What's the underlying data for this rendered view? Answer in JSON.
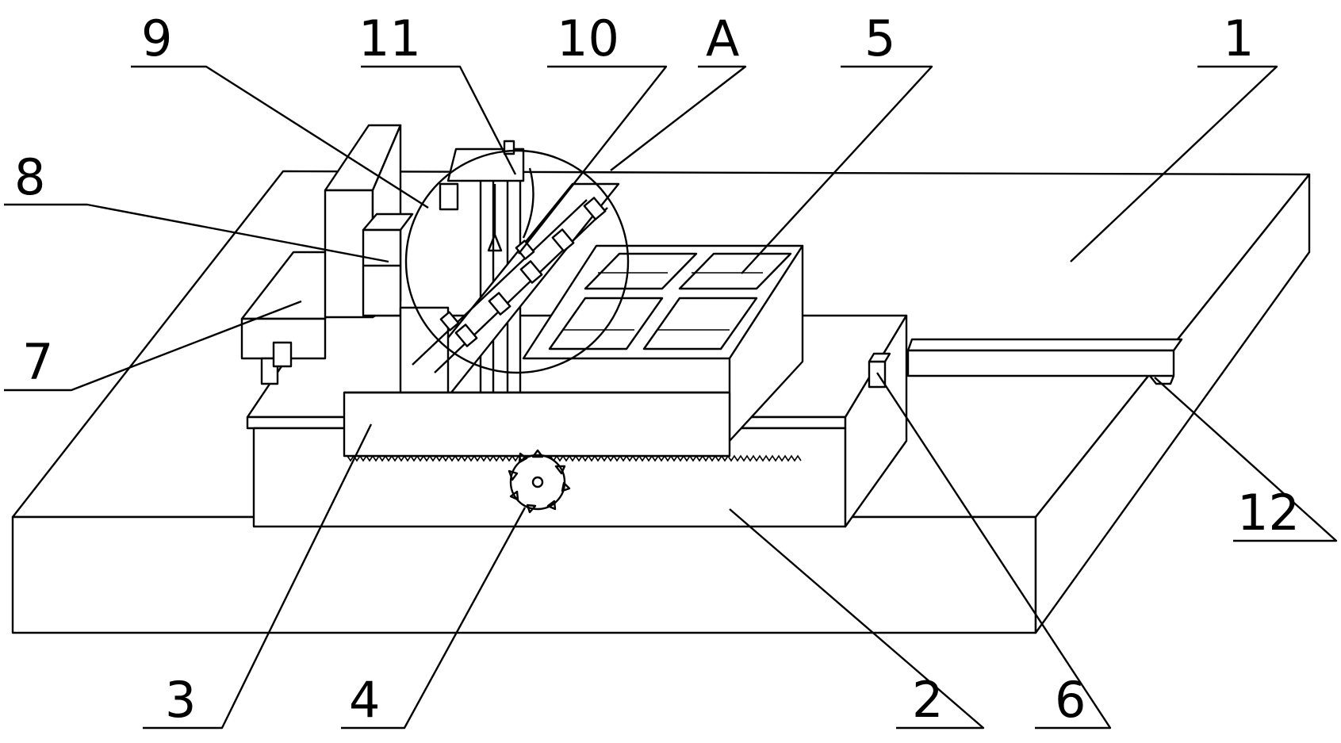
{
  "figure": {
    "callouts": [
      {
        "id": "c9",
        "text": "9"
      },
      {
        "id": "c11",
        "text": "11"
      },
      {
        "id": "c10",
        "text": "10"
      },
      {
        "id": "cA",
        "text": "A"
      },
      {
        "id": "c5",
        "text": "5"
      },
      {
        "id": "c1",
        "text": "1"
      },
      {
        "id": "c8",
        "text": "8"
      },
      {
        "id": "c7",
        "text": "7"
      },
      {
        "id": "c12",
        "text": "12"
      },
      {
        "id": "c3",
        "text": "3"
      },
      {
        "id": "c4",
        "text": "4"
      },
      {
        "id": "c2",
        "text": "2"
      },
      {
        "id": "c6",
        "text": "6"
      }
    ]
  }
}
